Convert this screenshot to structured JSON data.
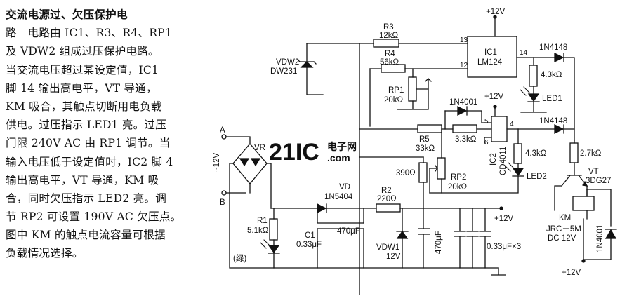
{
  "article": {
    "title": "交流电源过、欠压保护电",
    "lines": [
      "路　电路由 IC1、R3、R4、RP1",
      "及 VDW2 组成过压保护电路。",
      "当交流电压超过某设定值，IC1",
      "脚 14 输出高电平，VT 导通，",
      "KM 吸合，其触点切断用电负载",
      "供电。过压指示 LED1 亮。过压",
      "门限 240V AC 由 RP1 调节。当",
      "输入电压低于设定值时，IC2 脚 4",
      "输出高电平，VT 导通，KM 吸",
      "合，同时欠压指示 LED2 亮。调",
      "节 RP2 可设置 190V AC 欠压点。",
      "图中 KM 的触点电流容量可根据",
      "负载情况选择。"
    ]
  },
  "schematic": {
    "labels": {
      "vcc_top": "+12V",
      "r3": "R3",
      "r3_val": "12kΩ",
      "r4": "R4",
      "r4_val": "56kΩ",
      "ic1": "IC1",
      "ic1_part": "LM124",
      "pin13": "13",
      "pin12": "12",
      "pin14": "14",
      "vdw2": "VDW2",
      "vdw2_part": "DW231",
      "rp1": "RP1",
      "rp1_val": "20kΩ",
      "d_1n4148a": "1N4148",
      "r_43k_a": "4.3kΩ",
      "led1": "LED1",
      "d_1n4001a": "1N4001",
      "vcc_ic2": "+12V",
      "pin5": "5",
      "pin4": "4",
      "pin6": "6",
      "r5": "R5",
      "r5_val": "33kΩ",
      "r_33k": "3.3kΩ",
      "ic2": "IC2",
      "ic2_part": "CD4011",
      "d_1n4148b": "1N4148",
      "r_43k_b": "4.3kΩ",
      "led2": "LED2",
      "r_27k": "2.7kΩ",
      "vt": "VT",
      "vt_part": "3DG27",
      "r_390": "390Ω",
      "rp2": "RP2",
      "rp2_val": "20kΩ",
      "term_a": "A",
      "term_b": "B",
      "ac_in": "~12V",
      "vr": "VR",
      "vd": "VD",
      "vd_part": "1N5404",
      "r2": "R2",
      "r2_val": "220Ω",
      "vcc_mid": "+12V",
      "r1": "R1",
      "r1_val": "5.1kΩ",
      "c1": "C1",
      "c1_val": "0.33μF",
      "c2_val": "470μF",
      "vdw1": "VDW1",
      "vdw1_val": "12V",
      "c3_val": "470μF",
      "caps_val": "0.33μF×3",
      "km": "KM",
      "km_part": "JRC－5M",
      "km_coil": "DC 12V",
      "d_1n4001b": "1N4001",
      "vcc_bottom": "+12V",
      "green": "(绿)"
    },
    "watermark": {
      "logo": "21IC",
      "cn": "电子网",
      "domain": ".com"
    }
  }
}
